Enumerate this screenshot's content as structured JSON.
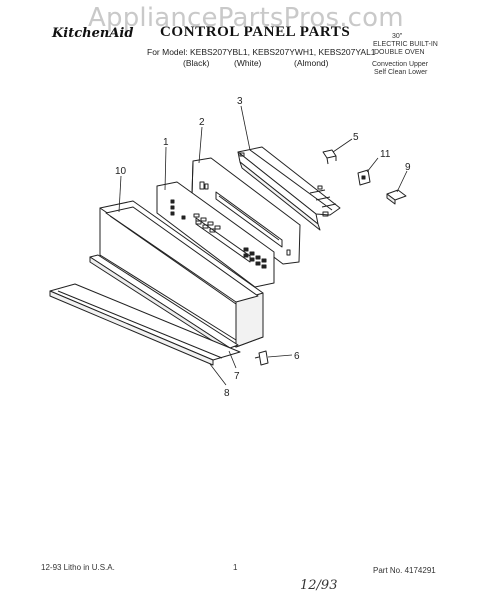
{
  "watermark": "AppliancePartsPros.com",
  "header": {
    "brand": "KitchenAid",
    "title": "CONTROL PANEL PARTS",
    "models": "For Model: KEBS207YBL1, KEBS207YWH1, KEBS207YAL1",
    "colors": [
      "(Black)",
      "(White)",
      "(Almond)"
    ],
    "right_lines": [
      "30\"",
      "ELECTRIC BUILT-IN",
      "DOUBLE OVEN",
      "Convection Upper",
      "Self Clean Lower"
    ]
  },
  "callouts": [
    "1",
    "2",
    "3",
    "5",
    "6",
    "7",
    "8",
    "9",
    "10",
    "11"
  ],
  "footer": {
    "printed": "12-93 Litho in U.S.A.",
    "page": "1",
    "part_no": "Part No. 4174291",
    "handwritten": "12/93"
  }
}
